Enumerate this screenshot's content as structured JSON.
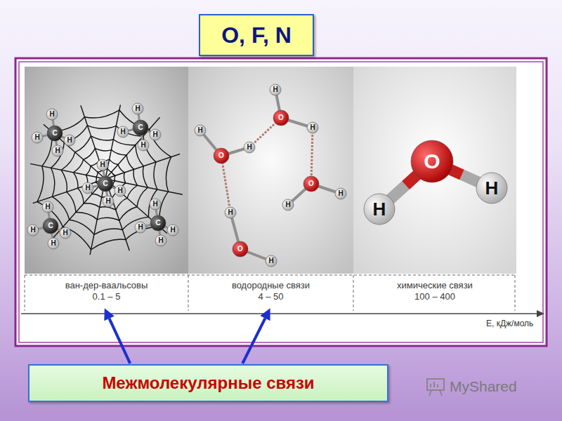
{
  "diagram": {
    "title": "O, F, N",
    "nodes": [
      {
        "text": [
          "ван-дер-ваальсовы",
          "0.1 – 5"
        ]
      },
      {
        "text": [
          "водородные связи",
          "4 – 50"
        ]
      },
      {
        "text": [
          "химические связи",
          "100 – 400"
        ]
      },
      {
        "text": [
          "Межмолекулярные связи"
        ]
      }
    ],
    "edges": [
      {
        "from": 3,
        "to": 0,
        "arrow": "to"
      },
      {
        "from": 3,
        "to": 1,
        "arrow": "to"
      }
    ],
    "labels": [
      "E, кДж/моль",
      "MyShared",
      "C",
      "H",
      "H",
      "H",
      "H",
      "C",
      "H",
      "H",
      "H",
      "H",
      "C",
      "H",
      "H",
      "H",
      "H",
      "C",
      "H",
      "H",
      "H",
      "H",
      "C",
      "H",
      "H",
      "H",
      "H",
      "O",
      "H",
      "H",
      "O",
      "H",
      "H",
      "O",
      "H",
      "H",
      "O",
      "H",
      "H",
      "H",
      "O",
      "H"
    ]
  }
}
